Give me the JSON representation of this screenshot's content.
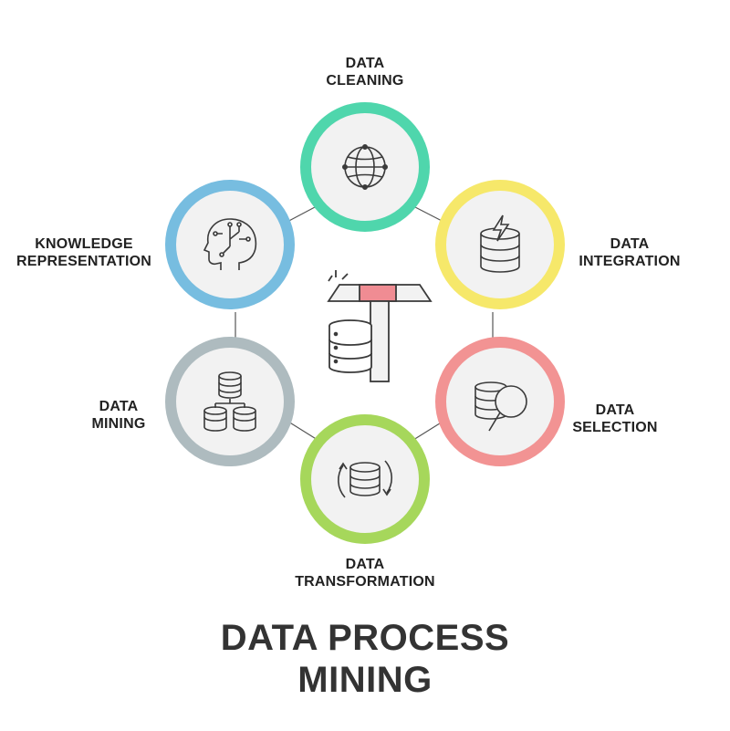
{
  "title": {
    "line1": "DATA PROCESS",
    "line2": "MINING"
  },
  "center": {
    "icon": "pickaxe-database-icon"
  },
  "stages": [
    {
      "id": "cleaning",
      "line1": "DATA",
      "line2": "CLEANING",
      "color": "#4fd6ac",
      "icon": "globe-icon"
    },
    {
      "id": "integration",
      "line1": "DATA",
      "line2": "INTEGRATION",
      "color": "#f6e86a",
      "icon": "database-lightning-icon"
    },
    {
      "id": "selection",
      "line1": "DATA",
      "line2": "SELECTION",
      "color": "#f29393",
      "icon": "database-magnifier-icon"
    },
    {
      "id": "transformation",
      "line1": "DATA",
      "line2": "TRANSFORMATION",
      "color": "#a6d75b",
      "icon": "database-cycle-icon"
    },
    {
      "id": "mining",
      "line1": "DATA",
      "line2": "MINING",
      "color": "#aebbbf",
      "icon": "database-hierarchy-icon"
    },
    {
      "id": "knowledge",
      "line1": "KNOWLEDGE",
      "line2": "REPRESENTATION",
      "color": "#77bde0",
      "icon": "head-circuit-icon"
    }
  ]
}
